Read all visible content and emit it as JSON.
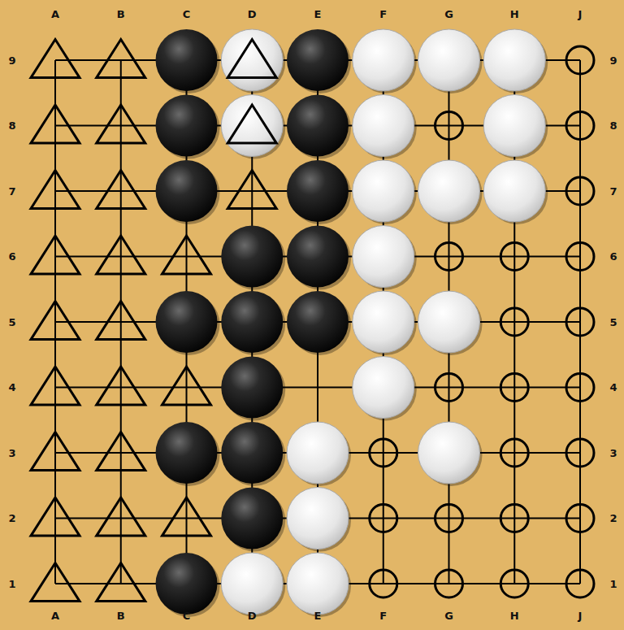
{
  "diagram": {
    "labels": [
      "A",
      "B",
      "C",
      "D",
      "E",
      "F",
      "G",
      "H",
      "J",
      "A",
      "B",
      "C",
      "D",
      "E",
      "F",
      "G",
      "H",
      "J",
      "9",
      "8",
      "7",
      "6",
      "5",
      "4",
      "3",
      "2",
      "1",
      "9",
      "8",
      "7",
      "6",
      "5",
      "4",
      "3",
      "2",
      "1"
    ]
  }
}
